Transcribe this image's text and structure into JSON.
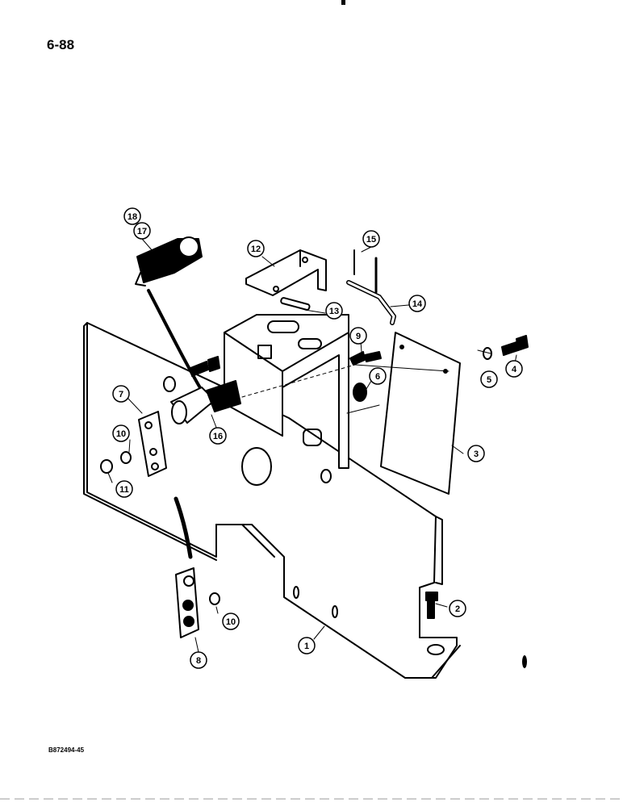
{
  "page_number": "6-88",
  "figure_code": "B872494-45",
  "callouts": [
    {
      "id": "c1",
      "label": "1"
    },
    {
      "id": "c2",
      "label": "2"
    },
    {
      "id": "c3",
      "label": "3"
    },
    {
      "id": "c4",
      "label": "4"
    },
    {
      "id": "c5",
      "label": "5"
    },
    {
      "id": "c6",
      "label": "6"
    },
    {
      "id": "c7",
      "label": "7"
    },
    {
      "id": "c8",
      "label": "8"
    },
    {
      "id": "c9",
      "label": "9"
    },
    {
      "id": "c10a",
      "label": "10"
    },
    {
      "id": "c10b",
      "label": "10"
    },
    {
      "id": "c11",
      "label": "11"
    },
    {
      "id": "c12",
      "label": "12"
    },
    {
      "id": "c13",
      "label": "13"
    },
    {
      "id": "c14",
      "label": "14"
    },
    {
      "id": "c15",
      "label": "15"
    },
    {
      "id": "c16",
      "label": "16"
    },
    {
      "id": "c17",
      "label": "17"
    },
    {
      "id": "c18",
      "label": "18"
    }
  ]
}
